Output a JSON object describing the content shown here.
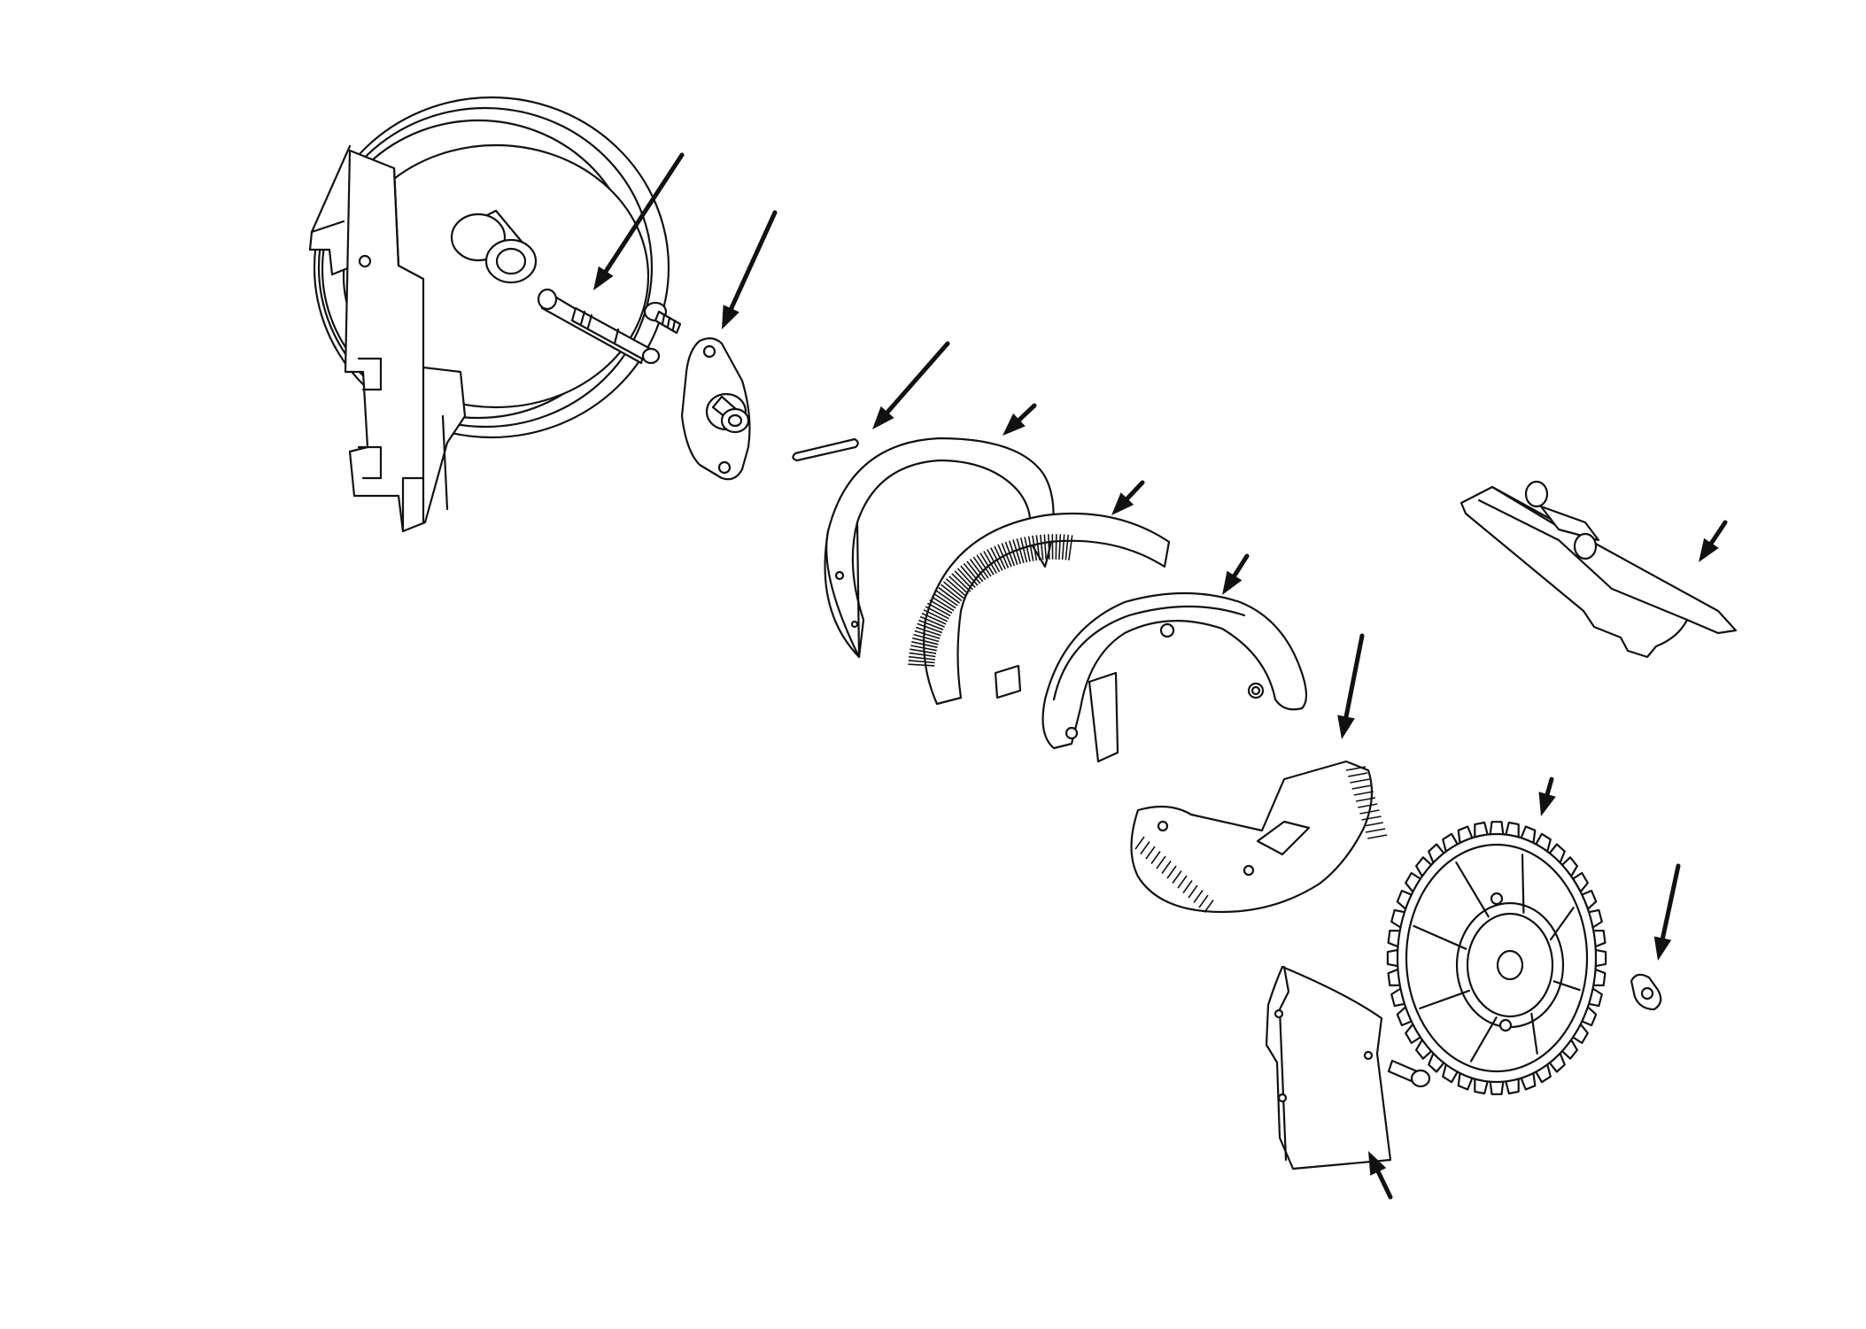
{
  "diagram": {
    "parts": [
      {
        "id": "drum-housing",
        "icon": "drum-housing-icon"
      },
      {
        "id": "drive-shaft",
        "icon": "shaft-icon"
      },
      {
        "id": "small-screw",
        "icon": "screw-icon"
      },
      {
        "id": "bearing-plate",
        "icon": "bearing-plate-icon"
      },
      {
        "id": "pin",
        "icon": "pin-icon"
      },
      {
        "id": "cylindrical-shield",
        "icon": "shield-icon"
      },
      {
        "id": "brush-ring",
        "icon": "brush-ring-icon"
      },
      {
        "id": "ring-frame",
        "icon": "ring-frame-icon"
      },
      {
        "id": "brush-sector-plate",
        "icon": "sector-plate-icon"
      },
      {
        "id": "carriage-plate",
        "icon": "carriage-icon"
      },
      {
        "id": "sprocket-wheel",
        "icon": "sprocket-icon"
      },
      {
        "id": "wing-nut",
        "icon": "wing-nut-icon"
      },
      {
        "id": "side-bracket",
        "icon": "bracket-icon"
      }
    ],
    "callout_count": 13,
    "line_color": "#111111",
    "background": "#ffffff"
  }
}
